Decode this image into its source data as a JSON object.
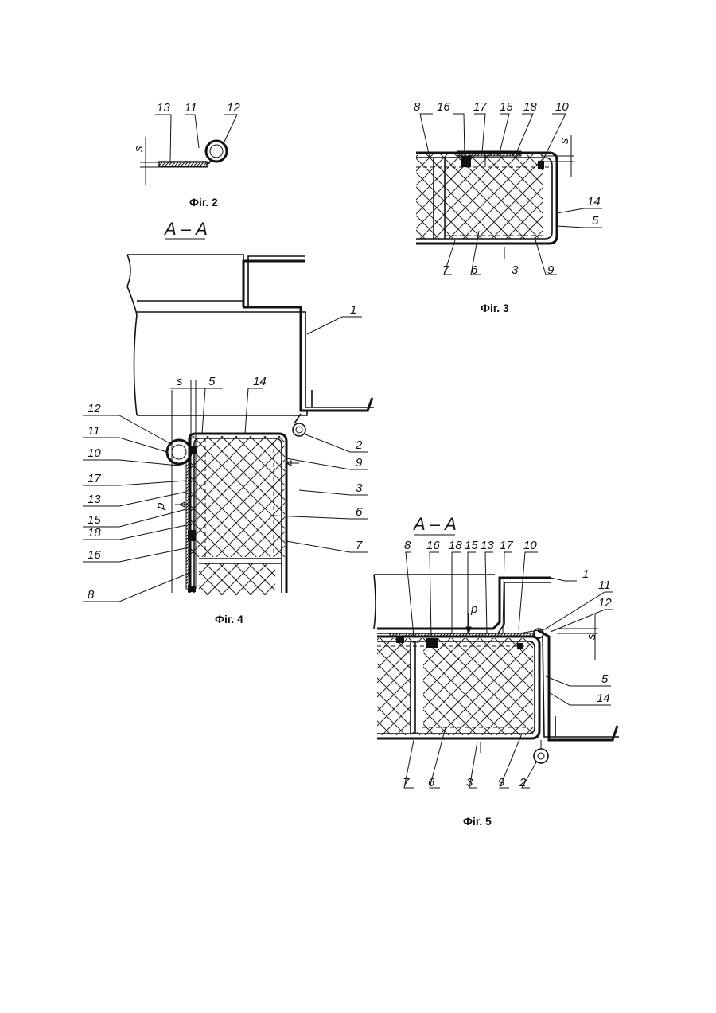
{
  "figures": {
    "fig2": {
      "caption": "Фіг. 2",
      "labels": {
        "n13": "13",
        "n11": "11",
        "n12": "12",
        "s": "s"
      }
    },
    "fig3": {
      "caption": "Фіг. 3",
      "labels": {
        "n8": "8",
        "n16": "16",
        "n17": "17",
        "n15": "15",
        "n18": "18",
        "n10": "10",
        "s": "s",
        "n14": "14",
        "n5": "5",
        "n7": "7",
        "n6": "6",
        "n3": "3",
        "n9": "9"
      }
    },
    "fig4": {
      "caption": "Фіг. 4",
      "section": "А – А",
      "labels": {
        "n1": "1",
        "s": "s",
        "n5": "5",
        "n14": "14",
        "n12": "12",
        "n11": "11",
        "n10": "10",
        "n17": "17",
        "n13": "13",
        "n15": "15",
        "n18": "18",
        "n16": "16",
        "n8": "8",
        "n2": "2",
        "n9": "9",
        "n3": "3",
        "n6": "6",
        "n7": "7",
        "p": "p"
      }
    },
    "fig5": {
      "caption": "Фіг. 5",
      "section": "А – А",
      "labels": {
        "n8": "8",
        "n16": "16",
        "n18": "18",
        "n15": "15",
        "n13": "13",
        "n17": "17",
        "n10": "10",
        "n1": "1",
        "n11": "11",
        "n12": "12",
        "s": "s",
        "p": "p",
        "n5": "5",
        "n14": "14",
        "n7": "7",
        "n6": "6",
        "n3": "3",
        "n9": "9",
        "n2": "2"
      }
    }
  }
}
